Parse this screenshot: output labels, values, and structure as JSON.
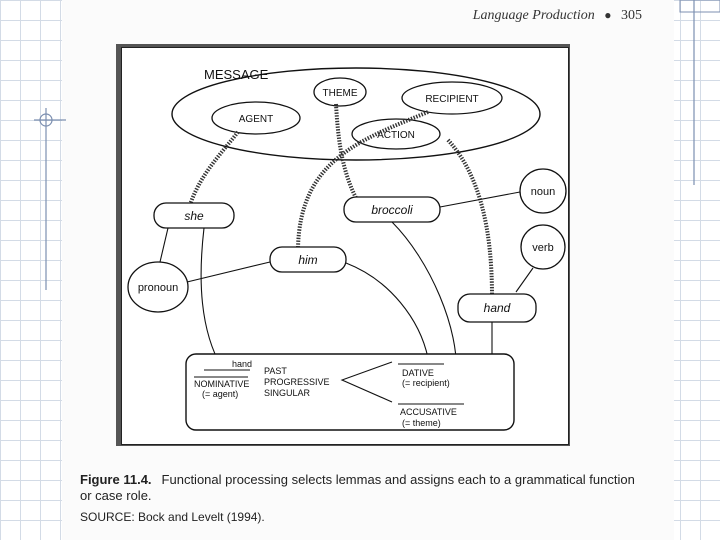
{
  "running_head": {
    "title": "Language Production",
    "bullet": "●",
    "page_number": "305"
  },
  "diagram": {
    "message_label": "MESSAGE",
    "message_roles": {
      "agent": "AGENT",
      "theme": "THEME",
      "recipient": "RECIPIENT",
      "action": "ACTION"
    },
    "lemmas": {
      "she": "she",
      "broccoli": "broccoli",
      "him": "him",
      "hand": "hand"
    },
    "categories": {
      "noun": "noun",
      "verb": "verb",
      "pronoun": "pronoun"
    },
    "functions": {
      "hand_small": "hand",
      "nominative": "NOMINATIVE",
      "nominative_note": "(= agent)",
      "past": "PAST",
      "progressive": "PROGRESSIVE",
      "singular": "SINGULAR",
      "dative": "DATIVE",
      "dative_note": "(= recipient)",
      "accusative": "ACCUSATIVE",
      "accusative_note": "(= theme)"
    }
  },
  "caption": {
    "figure_number": "Figure 11.4.",
    "text": "Functional processing selects lemmas and assigns each to a grammatical function or case role.",
    "source": "SOURCE: Bock and Levelt (1994)."
  }
}
